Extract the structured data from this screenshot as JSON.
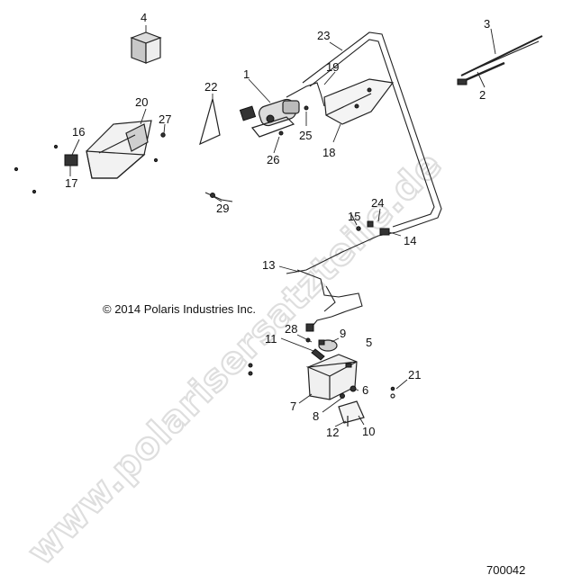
{
  "watermark": "www.polarisersatzteile.de",
  "copyright": "© 2014 Polaris Industries Inc.",
  "figure_number": "700042",
  "callouts": [
    "1",
    "2",
    "3",
    "4",
    "5",
    "6",
    "7",
    "8",
    "9",
    "10",
    "11",
    "12",
    "13",
    "14",
    "15",
    "16",
    "17",
    "18",
    "19",
    "20",
    "21",
    "22",
    "23",
    "24",
    "25",
    "26",
    "27",
    "28",
    "29"
  ],
  "colors": {
    "line": "#222222",
    "watermark_outline": "#dedede"
  }
}
